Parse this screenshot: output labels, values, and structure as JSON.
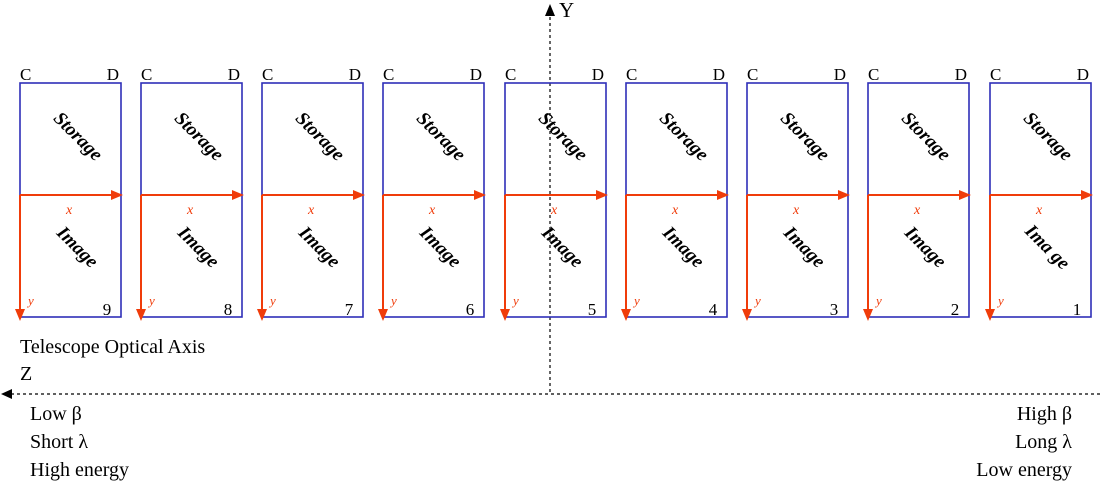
{
  "axes": {
    "y_label": "Y",
    "z_label": "Z",
    "optical_axis_label": "Telescope Optical Axis"
  },
  "left_labels": [
    "Low β",
    "Short λ",
    "High energy"
  ],
  "right_labels": [
    "High β",
    "Long λ",
    "Low energy"
  ],
  "colors": {
    "ccd_border": "#2e2eb8",
    "vector": "#f03c0a",
    "axis": "#000000"
  },
  "ccds": [
    {
      "corner_left": "C",
      "corner_right": "D",
      "storage": "Storage",
      "image": "Image",
      "x_label": "x",
      "y_label": "y",
      "number": "9"
    },
    {
      "corner_left": "C",
      "corner_right": "D",
      "storage": "Storage",
      "image": "Image",
      "x_label": "x",
      "y_label": "y",
      "number": "8"
    },
    {
      "corner_left": "C",
      "corner_right": "D",
      "storage": "Storage",
      "image": "Image",
      "x_label": "x",
      "y_label": "y",
      "number": "7"
    },
    {
      "corner_left": "C",
      "corner_right": "D",
      "storage": "Storage",
      "image": "Image",
      "x_label": "x",
      "y_label": "y",
      "number": "6"
    },
    {
      "corner_left": "C",
      "corner_right": "D",
      "storage": "Storage",
      "image": "Image",
      "x_label": "x",
      "y_label": "y",
      "number": "5"
    },
    {
      "corner_left": "C",
      "corner_right": "D",
      "storage": "Storage",
      "image": "Image",
      "x_label": "x",
      "y_label": "y",
      "number": "4"
    },
    {
      "corner_left": "C",
      "corner_right": "D",
      "storage": "Storage",
      "image": "Image",
      "x_label": "x",
      "y_label": "y",
      "number": "3"
    },
    {
      "corner_left": "C",
      "corner_right": "D",
      "storage": "Storage",
      "image": "Image",
      "x_label": "x",
      "y_label": "y",
      "number": "2"
    },
    {
      "corner_left": "C",
      "corner_right": "D",
      "storage": "Storage",
      "image": "Ima ge",
      "x_label": "x",
      "y_label": "y",
      "number": "1"
    }
  ]
}
